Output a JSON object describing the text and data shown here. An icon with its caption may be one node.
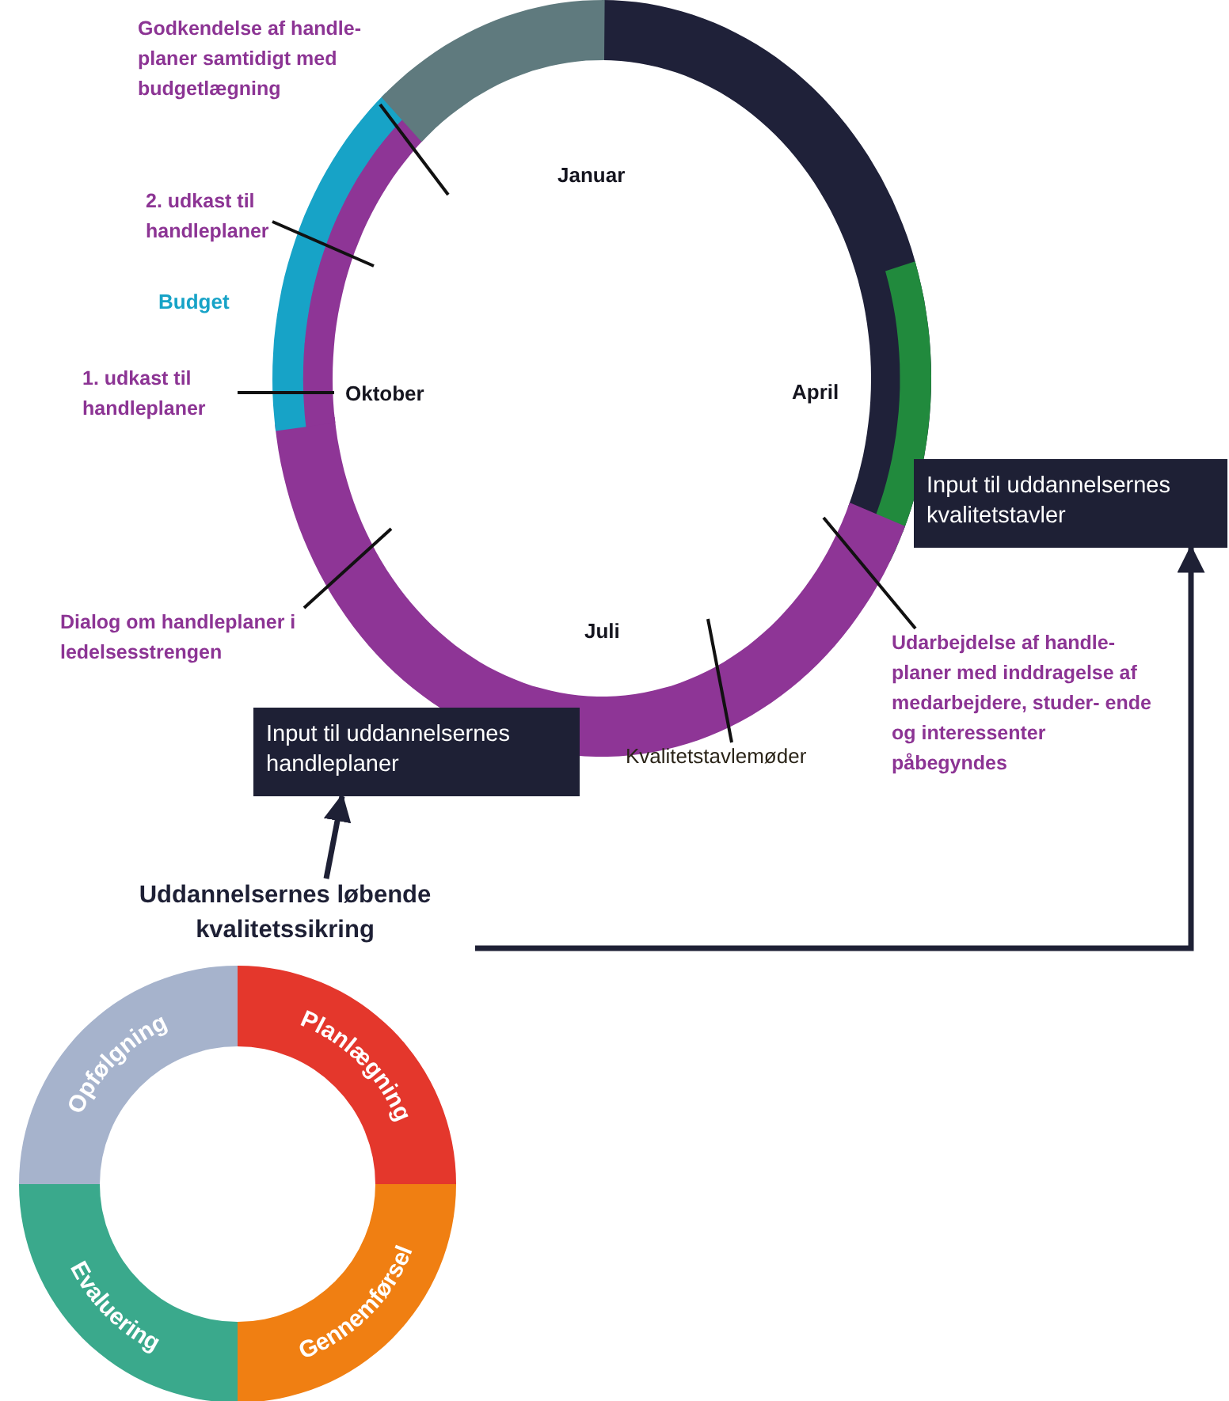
{
  "diagram": {
    "nodes": [
      {
        "text": [
          "Godkendelse af handle- planer samtidigt med budgetlægning"
        ]
      },
      {
        "text": [
          "2. udkast til handleplaner"
        ]
      },
      {
        "text": [
          "1. udkast til handleplaner"
        ]
      },
      {
        "text": [
          "Dialog om handleplaner i ledelsesstrengen"
        ]
      },
      {
        "text": [
          "Kvalitetstavlemøder"
        ]
      },
      {
        "text": [
          "Udarbejdelse af handle- planer med inddragelse af medarbejdere, studer- ende og interessenter påbegyndes"
        ]
      },
      {
        "text": [
          "Input til uddannelsernes kvalitetstavler"
        ]
      },
      {
        "text": [
          "Input til uddannelsernes handleplaner"
        ]
      },
      {
        "text": [
          "Uddannelsernes løbende kvalitetssikring"
        ]
      },
      {
        "text": [],
        "shape": "circle"
      }
    ],
    "edges": [
      {
        "from": 0,
        "to": 9,
        "arrow": "none"
      },
      {
        "from": 1,
        "to": 9,
        "arrow": "none"
      },
      {
        "from": 2,
        "to": 9,
        "arrow": "none"
      },
      {
        "from": 3,
        "to": 9,
        "arrow": "none"
      },
      {
        "from": 4,
        "to": 9,
        "arrow": "none"
      },
      {
        "from": 5,
        "to": 9,
        "arrow": "none"
      },
      {
        "from": 8,
        "to": 7,
        "arrow": "to"
      },
      {
        "from": 8,
        "to": 6,
        "arrow": "to"
      }
    ],
    "labels": [
      "Januar",
      "Budget",
      "Oktober",
      "April",
      "Juli",
      "Opfølgning",
      "Planlægning",
      "Evaluering",
      "Gennemførsel"
    ]
  }
}
